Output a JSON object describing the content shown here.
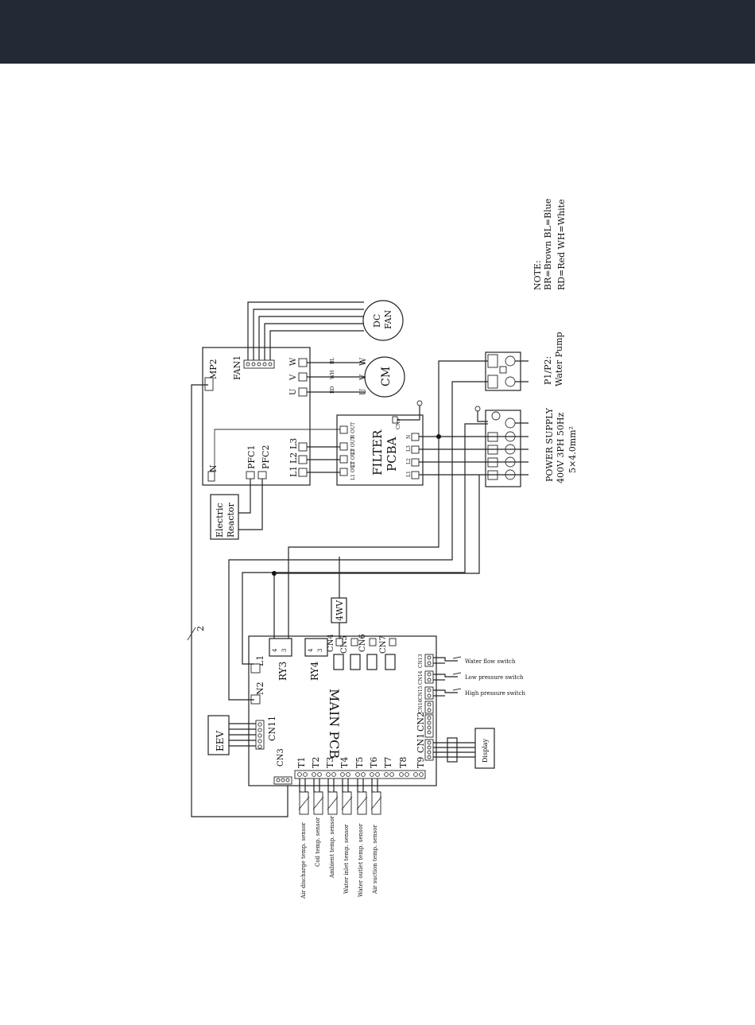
{
  "header": {
    "title": ""
  },
  "colors": {
    "topbar": "#222a35",
    "line": "#222222"
  },
  "note": {
    "title": "NOTE:",
    "line1": "BR=Brown BL=Blue",
    "line2": "RD=Red WH=White"
  },
  "components": {
    "dc_fan": {
      "line1": "DC",
      "line2": "FAN"
    },
    "compressor": "CM",
    "mp2": "MP2",
    "fan1": "FAN1",
    "uvw": {
      "w": "W",
      "v": "V",
      "u": "U"
    },
    "wire_colors": {
      "bl": "BL",
      "wh": "WH",
      "rd": "RD"
    },
    "cm_uvw": {
      "w": "W",
      "v": "V",
      "u": "U"
    },
    "inverter_labels": {
      "n": "N",
      "pfc1": "PFC1",
      "pfc2": "PFC2",
      "l1": "L1",
      "l2": "L2",
      "l3": "L3"
    },
    "filter": {
      "line1": "FILTER",
      "line2": "PCBA",
      "nout": "N OUT",
      "l3out": "L3 OUT",
      "l2out": "L2 OUT",
      "l1out": "L1 OUT",
      "cn5": "CN5",
      "n": "N",
      "l3": "L3",
      "l2": "L2",
      "l1": "L1"
    },
    "electric_reactor": {
      "line1": "Electric",
      "line2": "Reactor"
    },
    "water_pump": {
      "line1": "P1/P2:",
      "line2": "Water Pump"
    },
    "power_supply": {
      "line1": "POWER SUPPLY",
      "line2": "400V 3PH 50Hz",
      "line3": "5×4.0mm²"
    },
    "fourwv": "4WV",
    "wire_count": "2",
    "eev": "EEV",
    "cn11": "CN11",
    "cn3": "CN3",
    "main_pcb": "MAIN PCB",
    "ry3": "RY3",
    "ry4": "RY4",
    "ry_pins": {
      "p4a": "4",
      "p3a": "3",
      "p4b": "4",
      "p3b": "3"
    },
    "l1": "L1",
    "n2": "N2",
    "cn_top": [
      "CN4",
      "CN5",
      "CN6",
      "CN7"
    ],
    "cn_right": [
      "CN13",
      "CN14",
      "CN15",
      "CN16",
      "CN2",
      "CN1",
      "T9"
    ],
    "t_labels": [
      "T1",
      "T2",
      "T3",
      "T4",
      "T5",
      "T6",
      "T7",
      "T8"
    ],
    "display": "Display"
  },
  "switches": [
    "Water flow switch",
    "Low pressure switch",
    "High pressure switch"
  ],
  "sensors": [
    "Air discharge temp. sensor",
    "Coil temp. sensor",
    "Ambient temp. sensor",
    "Water inlet temp. sensor",
    "Water outlet temp. sensor",
    "Air suction temp. sensor"
  ]
}
